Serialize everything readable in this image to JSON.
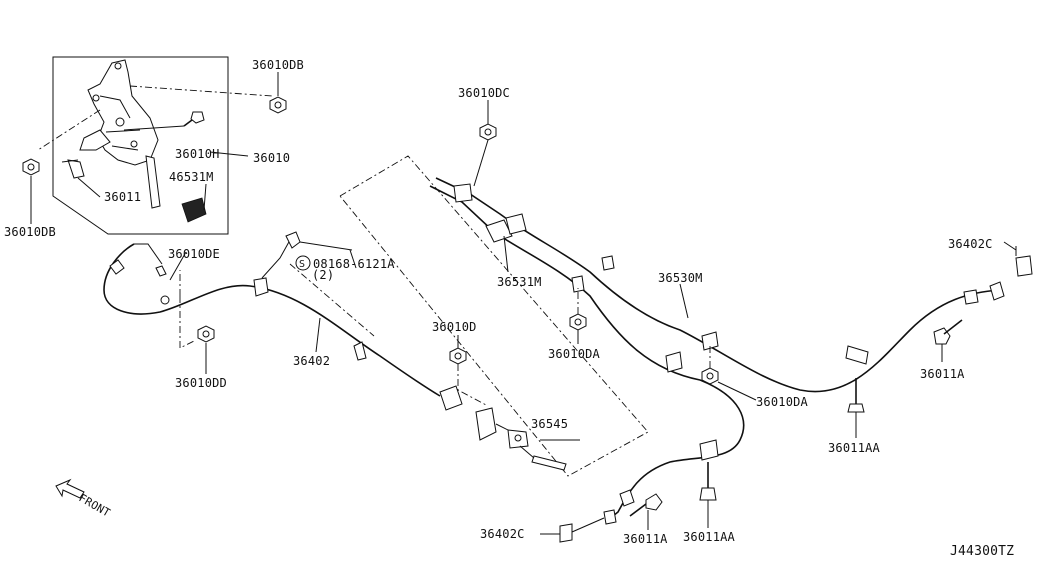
{
  "diagram_code": "J44300TZ",
  "front_label": "FRONT",
  "callouts": {
    "nut_top_right_of_box": "36010DB",
    "nut_left_of_box": "36010DB",
    "bolt_36010H": "36010H",
    "assembly_36010": "36010",
    "pad_46531M": "46531M",
    "switch_36011": "36011",
    "clip_36010DE": "36010DE",
    "bolt_spec": "08168-6121A",
    "bolt_spec_qty": "(2)",
    "nut_36010DD": "36010DD",
    "front_cable_36402": "36402",
    "nut_36010DC": "36010DC",
    "bracket_36531M": "36531M",
    "nut_36010DA_upper": "36010DA",
    "nut_36010D": "36010D",
    "equalizer_36545": "36545",
    "rear_cable_36530M": "36530M",
    "nut_36010DA_lower": "36010DA",
    "rear_cable_end_upper": "36402C",
    "bolt_36011A_upper": "36011A",
    "bolt_36011AA_upper": "36011AA",
    "rear_cable_end_lower": "36402C",
    "bolt_36011A_lower": "36011A",
    "bolt_36011AA_lower": "36011AA"
  },
  "icons": {
    "circled_s": "circled-s-icon",
    "front_arrow": "front-arrow-icon"
  }
}
